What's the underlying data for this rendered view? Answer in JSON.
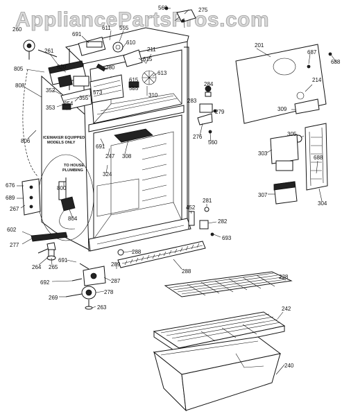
{
  "watermark": "AppliancePartsPros.com",
  "notes": {
    "icemaker_line1": "ICEMAKER EQUIPPED",
    "icemaker_line2": "MODELS ONLY",
    "plumbing_line1": "TO HOUSE",
    "plumbing_line2": "PLUMBING"
  },
  "part_labels": [
    "560",
    "275",
    "260",
    "691",
    "611",
    "555",
    "610",
    "261",
    "211",
    "201",
    "687",
    "688",
    "805",
    "820",
    "615",
    "280",
    "613",
    "284",
    "808",
    "352",
    "573",
    "555",
    "310",
    "615",
    "353",
    "355",
    "354",
    "283",
    "279",
    "214",
    "309",
    "806",
    "276",
    "560",
    "305",
    "691",
    "308",
    "247",
    "303",
    "688",
    "324",
    "676",
    "689",
    "800",
    "452",
    "281",
    "307",
    "304",
    "267",
    "804",
    "282",
    "602",
    "693",
    "277",
    "288",
    "264",
    "265",
    "691",
    "289",
    "288",
    "692",
    "287",
    "228",
    "278",
    "269",
    "263",
    "242",
    "240"
  ]
}
